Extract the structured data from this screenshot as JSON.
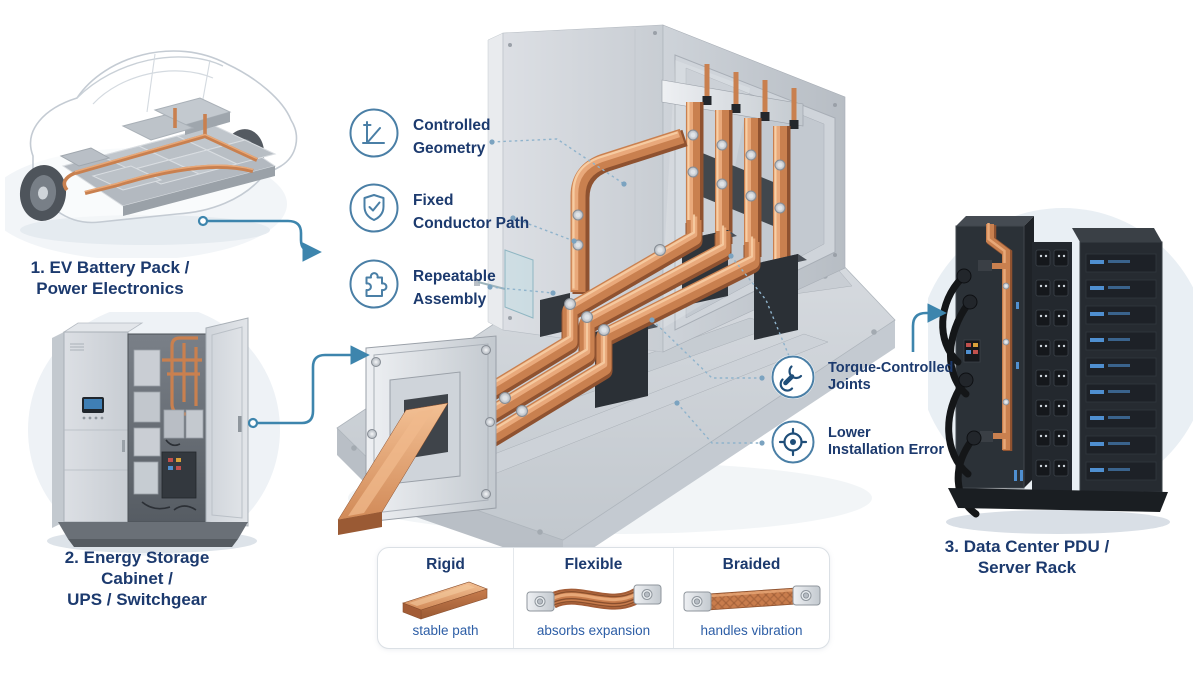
{
  "palette": {
    "accent_arrow": "#3d85ad",
    "label_text": "#1c3a6e",
    "caption_text": "#2d5ea6",
    "icon_stroke": "#4a7fa6",
    "icon_stroke_dark": "#1f4e79",
    "leader_line": "#8fb3cc",
    "copper": "#c9804f",
    "panel_border": "#dbe0e5"
  },
  "scenes": {
    "ev": {
      "caption_line1": "1. EV Battery Pack /",
      "caption_line2": "Power Electronics"
    },
    "cabinet": {
      "caption_line1": "2. Energy Storage Cabinet /",
      "caption_line2": "UPS / Switchgear"
    },
    "rack": {
      "caption_line1": "3. Data Center PDU /",
      "caption_line2": "Server Rack"
    }
  },
  "callouts": [
    {
      "id": "controlled-geometry",
      "icon": "geometry-axes-icon",
      "line1": "Controlled",
      "line2": "Geometry"
    },
    {
      "id": "fixed-conductor-path",
      "icon": "shield-check-icon",
      "line1": "Fixed",
      "line2": "Conductor Path"
    },
    {
      "id": "repeatable-assembly",
      "icon": "puzzle-piece-icon",
      "line1": "Repeatable",
      "line2": "Assembly"
    },
    {
      "id": "torque-controlled-joints",
      "icon": "wrench-icon",
      "line1": "Torque-Controlled",
      "line2": "Joints"
    },
    {
      "id": "lower-installation-error",
      "icon": "target-icon",
      "line1": "Lower",
      "line2": "Installation Error"
    }
  ],
  "busbar_types": [
    {
      "title": "Rigid",
      "caption": "stable path",
      "image": "rigid-copper-bar"
    },
    {
      "title": "Flexible",
      "caption": "absorbs expansion",
      "image": "flexible-laminated-strap"
    },
    {
      "title": "Braided",
      "caption": "handles vibration",
      "image": "braided-copper-strap"
    }
  ]
}
